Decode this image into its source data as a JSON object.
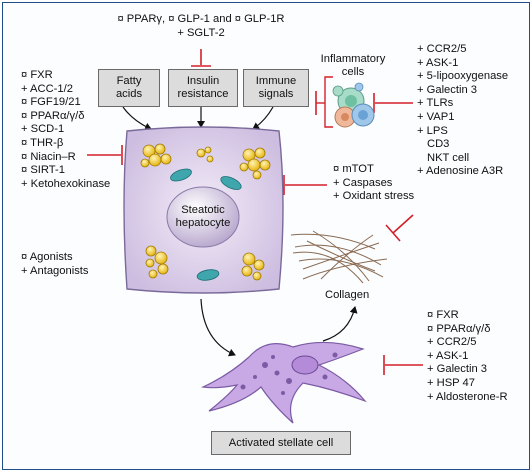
{
  "top_list": [
    "¤ PPARγ, ¤ GLP-1 and ¤ GLP-1R",
    "+ SGLT-2"
  ],
  "boxes": {
    "fatty_acids": "Fatty\nacids",
    "insulin_resistance": "Insulin\nresistance",
    "immune_signals": "Immune\nsignals",
    "stellate": "Activated stellate cell"
  },
  "inflammatory_cells": "Inflammatory\ncells",
  "left_list": [
    "¤ FXR",
    "+ ACC-1/2",
    "¤ FGF19/21",
    "¤ PPARα/γ/δ",
    "+ SCD-1",
    "¤ THR-β",
    "¤ Niacin–R",
    "¤ SIRT-1",
    "+ Ketohexokinase"
  ],
  "legend": [
    "¤  Agonists",
    "+  Antagonists"
  ],
  "hepatocyte_label": "Steatotic\nhepatocyte",
  "middle_list": [
    "¤ mTOT",
    "+ Caspases",
    "+ Oxidant stress"
  ],
  "right_list": [
    "+ CCR2/5",
    "+ ASK-1",
    "+ 5-lipooxygenase",
    "+ Galectin 3",
    "+ TLRs",
    "+ VAP1",
    "+ LPS",
    "CD3",
    "NKT cell",
    "+ Adenosine A3R"
  ],
  "collagen": "Collagen",
  "bottom_list": [
    "¤ FXR",
    "¤ PPARα/γ/δ",
    "+ CCR2/5",
    "+ ASK-1",
    "+ Galectin 3",
    "+ HSP 47",
    "+ Aldosterone-R"
  ],
  "colors": {
    "border": "#1e4f8c",
    "inhibit": "#d4202a",
    "cell_fill": "#ddd0ea",
    "cell_stroke": "#7a6a9a",
    "lipid": "#f3c21c",
    "stellate": "#c9a8e6",
    "mito": "#3fa6ad"
  }
}
